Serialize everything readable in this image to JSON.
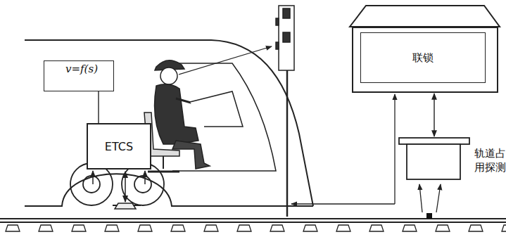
{
  "diagram": {
    "nodes": [
      {
        "text": [
          "v=f(s)"
        ]
      },
      {
        "text": [
          "ETCS"
        ]
      },
      {
        "text": [
          "联锁"
        ]
      },
      {
        "text": [
          "轨道占用探测"
        ]
      }
    ],
    "edges": [
      {
        "from": 0,
        "to": 1,
        "arrow": "none"
      },
      {
        "from": 2,
        "to": 3,
        "arrow": "both"
      }
    ]
  }
}
